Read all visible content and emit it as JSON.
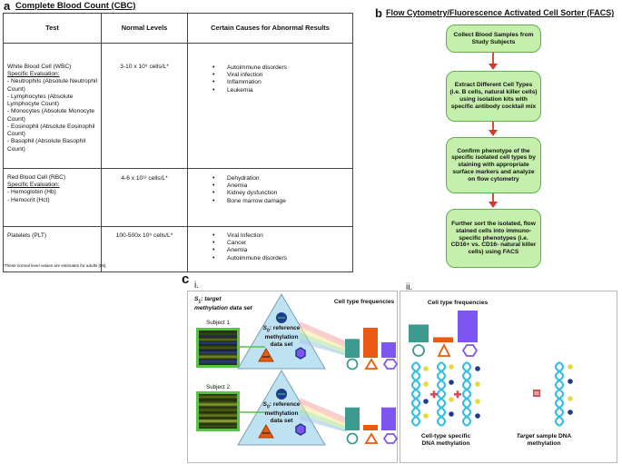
{
  "panel_a": {
    "letter": "a",
    "title": "Complete Blood Count (CBC)",
    "headers": [
      "Test",
      "Normal Levels",
      "Certain Causes for Abnormal Results"
    ],
    "rows": [
      {
        "test": "White Blood Cell (WBC)",
        "spec_eval": "Specific Evaluation:",
        "sub_items": [
          "- Neutrophils (Absolute Neutrophil Count)",
          "- Lymphocytes (Absolute Lymphocyte Count)",
          "- Monocytes (Absolute Monocyte Count)",
          "- Eosinophil (Absolute Eosinophil Count)",
          "- Basophil (Absolute Basophil Count)"
        ],
        "normal": "3-10 x 10⁹ cells/L*",
        "causes": [
          "Autoimmune disorders",
          "Viral infection",
          "Inflammation",
          "Leukemia"
        ]
      },
      {
        "test": "Red Blood Cell (RBC)",
        "spec_eval": "Specific Evaluation:",
        "sub_items": [
          "- Hemoglobin (Hb)",
          "- Hemocrit (Hct)"
        ],
        "normal": "4-6 x 10¹² cells/L*",
        "causes": [
          "Dehydration",
          "Anemia",
          "Kidney dysfunction",
          "Bone marrow damage"
        ]
      },
      {
        "test": "Platelets (PLT)",
        "spec_eval": "",
        "sub_items": [],
        "normal": "100-500x 10⁹ cells/L*",
        "causes": [
          "Viral Infection",
          "Cancer",
          "Anemia",
          "Autoimmune disorders"
        ]
      }
    ],
    "footnote": "*These normal level values are estimates for adults [59]."
  },
  "panel_b": {
    "letter": "b",
    "title": "Flow Cytometry/Fluorescence Activated Cell Sorter (FACS)",
    "steps": [
      "Collect Blood Samples from Study Subjects",
      "Extract Different Cell Types (i.e. B cells, natural killer cells) using isolation kits with specific antibody cocktail mix",
      "Confirm phenotype of the specific isolated cell types by staining with appropriate surface markers and analyze on flow cytometry",
      "Further sort the isolated, flow stained cells into immuno-specific phenotypes (i.e. CD16+ vs. CD16- natural killer cells) using FACS"
    ],
    "box_fill": "#c6efae",
    "box_border": "#5bb04a",
    "arrow_color": "#d23a2a"
  },
  "panel_c": {
    "letter": "c",
    "part_i": {
      "label": "i.",
      "s1_label": "S",
      "s1_sub": "1",
      "s1_rest": ": target methylation data set",
      "s0_label": "S",
      "s0_sub": "0",
      "s0_rest": ": reference methylation data set",
      "freq_title": "Cell type frequencies",
      "subjects": [
        "Subject 1",
        "Subject 2"
      ],
      "bar_sets": [
        {
          "teal": 0.45,
          "orange": 0.72,
          "purple": 0.37
        },
        {
          "teal": 0.55,
          "orange": 0.13,
          "purple": 0.55
        }
      ]
    },
    "part_ii": {
      "label": "ii.",
      "freq_title": "Cell type frequencies",
      "bars": {
        "teal": 0.56,
        "orange": 0.16,
        "purple": 1.0
      },
      "caption_left": "Cell-type specific DNA methylation",
      "caption_right_italic": "Target",
      "caption_right_rest": " sample DNA methylation"
    },
    "colors": {
      "teal": "#3c9a8f",
      "orange": "#ea5a12",
      "purple": "#7d55f0",
      "dark_blue": "#1c3d8a",
      "triangle": "#bfe2f2",
      "helix": "#36bde0",
      "dot_yellow": "#e8d93a",
      "plus_red": "#d74c5a"
    }
  }
}
